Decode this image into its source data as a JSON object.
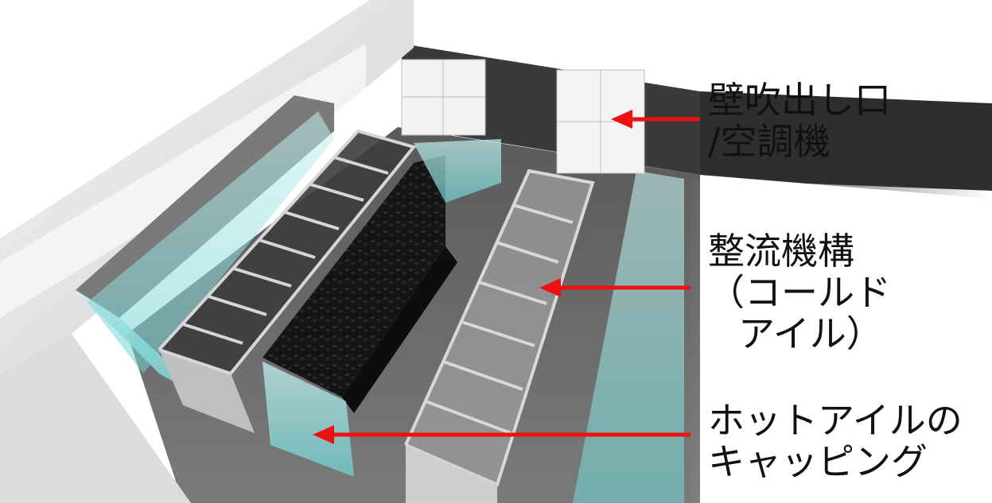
{
  "colors": {
    "arrow": "#ee1111",
    "glass": "#9fe0e0",
    "rack": "#1a1a1a",
    "floor": "#6a6a6a",
    "wall": "#e8e8e8",
    "text": "#111111"
  },
  "labels": {
    "wall_outlet": {
      "line1": "壁吹出し口",
      "line2": "/空調機"
    },
    "flow_mechanism": {
      "line1": "整流機構",
      "line2": "（コールド",
      "line3": "アイル）"
    },
    "hot_aisle": {
      "line1": "ホットアイルの",
      "line2": "キャッピング"
    }
  }
}
